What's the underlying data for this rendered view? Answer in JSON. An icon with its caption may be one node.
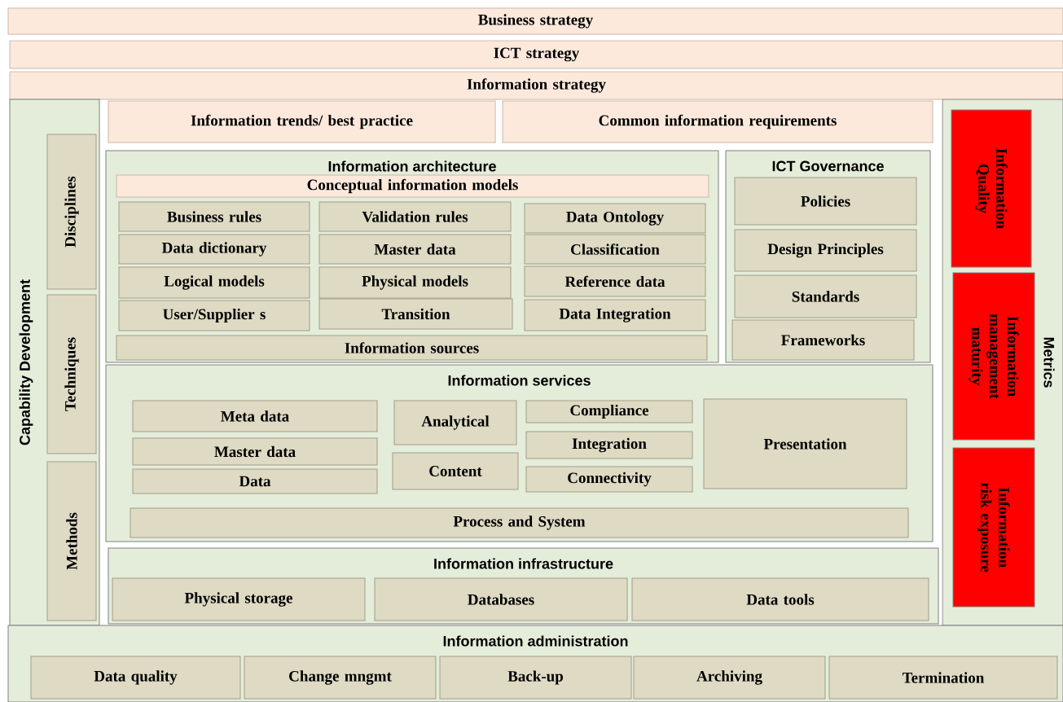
{
  "diagram": {
    "nodes": [
      {
        "text": [
          "Business strategy"
        ]
      },
      {
        "text": [
          "ICT strategy"
        ]
      },
      {
        "text": [
          "Information strategy"
        ]
      },
      {
        "text": [
          "Capability Development"
        ]
      },
      {
        "text": [
          "Disciplines"
        ],
        "in": 3
      },
      {
        "text": [
          "Techniques"
        ],
        "in": 3
      },
      {
        "text": [
          "Methods"
        ],
        "in": 3
      },
      {
        "text": [
          "Information trends/ best practice"
        ]
      },
      {
        "text": [
          "Common information requirements"
        ]
      },
      {
        "text": [
          "Information architecture"
        ]
      },
      {
        "text": [
          "Conceptual information models"
        ],
        "in": 9
      },
      {
        "text": [
          "Business rules"
        ],
        "in": 9
      },
      {
        "text": [
          "Validation rules"
        ],
        "in": 9
      },
      {
        "text": [
          "Data Ontology"
        ],
        "in": 9
      },
      {
        "text": [
          "Data dictionary"
        ],
        "in": 9
      },
      {
        "text": [
          "Master data"
        ],
        "in": 9
      },
      {
        "text": [
          "Classification"
        ],
        "in": 9
      },
      {
        "text": [
          "Logical models"
        ],
        "in": 9
      },
      {
        "text": [
          "Physical models"
        ],
        "in": 9
      },
      {
        "text": [
          "Reference data"
        ],
        "in": 9
      },
      {
        "text": [
          "User/Supplier s"
        ],
        "in": 9
      },
      {
        "text": [
          "Transition"
        ],
        "in": 9
      },
      {
        "text": [
          "Data Integration"
        ],
        "in": 9
      },
      {
        "text": [
          "Information sources"
        ],
        "in": 9
      },
      {
        "text": [
          "ICT Governance"
        ]
      },
      {
        "text": [
          "Policies"
        ],
        "in": 24
      },
      {
        "text": [
          "Design Principles"
        ],
        "in": 24
      },
      {
        "text": [
          "Standards"
        ],
        "in": 24
      },
      {
        "text": [
          "Frameworks"
        ],
        "in": 24
      },
      {
        "text": [
          "Metrics"
        ]
      },
      {
        "text": [
          "Information Quality"
        ],
        "in": 29
      },
      {
        "text": [
          "Information management maturity"
        ],
        "in": 29
      },
      {
        "text": [
          "Information risk exposure"
        ],
        "in": 29
      },
      {
        "text": [
          "Information services"
        ]
      },
      {
        "text": [
          "Meta data"
        ],
        "in": 33
      },
      {
        "text": [
          "Master data"
        ],
        "in": 33
      },
      {
        "text": [
          "Data"
        ],
        "in": 33
      },
      {
        "text": [
          "Analytical"
        ],
        "in": 33
      },
      {
        "text": [
          "Content"
        ],
        "in": 33
      },
      {
        "text": [
          "Compliance"
        ],
        "in": 33
      },
      {
        "text": [
          "Integration"
        ],
        "in": 33
      },
      {
        "text": [
          "Connectivity"
        ],
        "in": 33
      },
      {
        "text": [
          "Presentation"
        ],
        "in": 33
      },
      {
        "text": [
          "Process and System"
        ],
        "in": 33
      },
      {
        "text": [
          "Information infrastructure"
        ]
      },
      {
        "text": [
          "Physical storage"
        ],
        "in": 44
      },
      {
        "text": [
          "Databases"
        ],
        "in": 44
      },
      {
        "text": [
          "Data tools"
        ],
        "in": 44
      },
      {
        "text": [
          "Information administration"
        ]
      },
      {
        "text": [
          "Data quality"
        ],
        "in": 48
      },
      {
        "text": [
          "Change mngmt"
        ],
        "in": 48
      },
      {
        "text": [
          "Back-up"
        ],
        "in": 48
      },
      {
        "text": [
          "Archiving"
        ],
        "in": 48
      },
      {
        "text": [
          "Termination"
        ],
        "in": 48
      }
    ]
  }
}
